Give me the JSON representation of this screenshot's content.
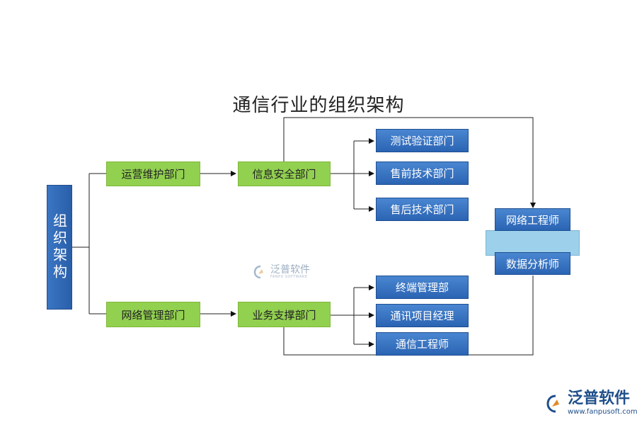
{
  "title": "通信行业的组织架构",
  "root": "组织架构",
  "level1": [
    "运营维护部门",
    "网络管理部门"
  ],
  "level2": [
    "信息安全部门",
    "业务支撑部门"
  ],
  "group_top": [
    "测试验证部门",
    "售前技术部门",
    "售后技术部门"
  ],
  "group_bottom": [
    "终端管理部",
    "通讯项目经理",
    "通信工程师"
  ],
  "right": [
    "网络工程师",
    "数据分析师"
  ],
  "watermark": {
    "name": "泛普软件",
    "sub": "FANPU SOFTWARE"
  },
  "logo": {
    "name": "泛普软件",
    "url": "www.fanpusoft.com"
  }
}
